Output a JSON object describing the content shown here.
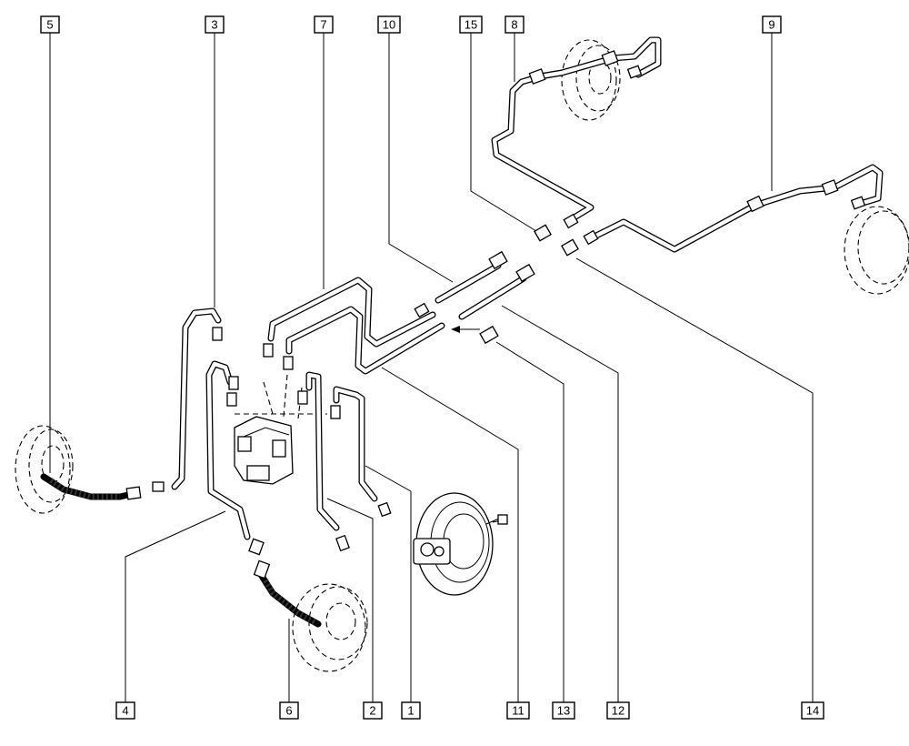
{
  "diagram": {
    "callouts": [
      {
        "id": "c5",
        "label": "5"
      },
      {
        "id": "c3",
        "label": "3"
      },
      {
        "id": "c7",
        "label": "7"
      },
      {
        "id": "c10",
        "label": "10"
      },
      {
        "id": "c15",
        "label": "15"
      },
      {
        "id": "c8",
        "label": "8"
      },
      {
        "id": "c9",
        "label": "9"
      },
      {
        "id": "c4",
        "label": "4"
      },
      {
        "id": "c6",
        "label": "6"
      },
      {
        "id": "c2",
        "label": "2"
      },
      {
        "id": "c1",
        "label": "1"
      },
      {
        "id": "c11",
        "label": "11"
      },
      {
        "id": "c13",
        "label": "13"
      },
      {
        "id": "c12",
        "label": "12"
      },
      {
        "id": "c14",
        "label": "14"
      }
    ]
  }
}
